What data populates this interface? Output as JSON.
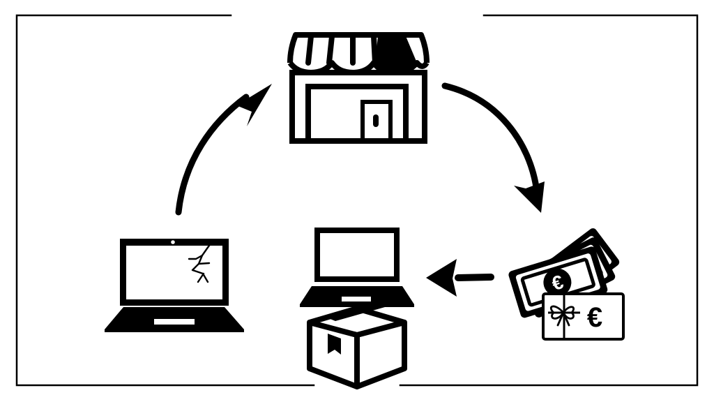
{
  "diagram": {
    "colors": {
      "ink": "#000000",
      "paper": "#ffffff"
    },
    "icons": {
      "store": "store-icon",
      "money": "euro-money-and-voucher-icon",
      "trade_in": "new-laptop-in-box-icon",
      "broken_laptop": "broken-laptop-icon"
    },
    "symbols": {
      "euro": "€"
    },
    "flow": [
      "broken-laptop",
      "store",
      "money-and-voucher",
      "new-laptop-in-box"
    ]
  }
}
